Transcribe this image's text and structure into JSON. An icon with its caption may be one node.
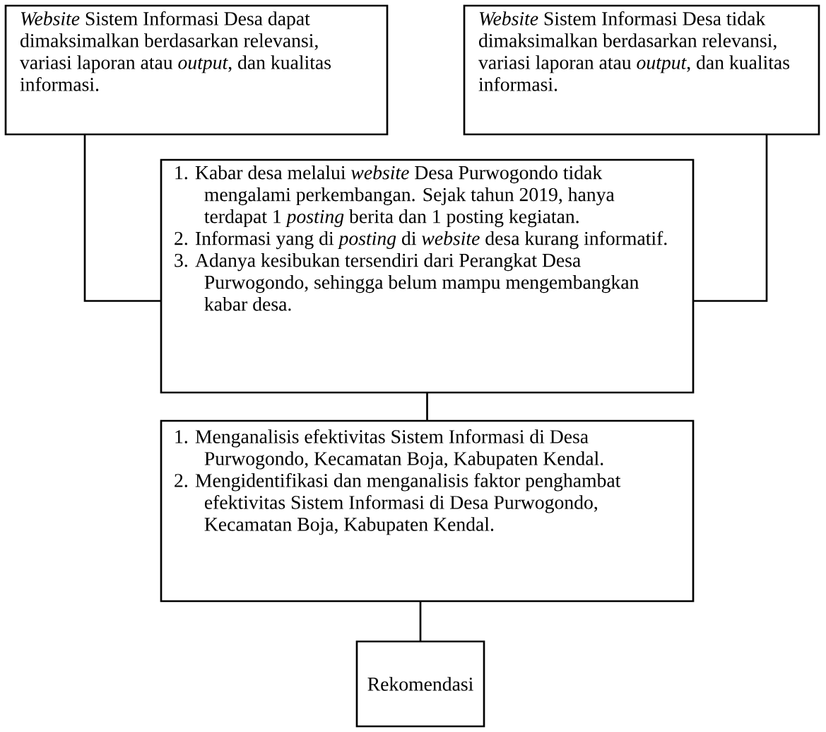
{
  "diagram": {
    "nodes": [
      {
        "text": [
          "*Website* Sistem Informasi Desa dapat dimaksimalkan berdasarkan relevansi, variasi laporan atau *output*, dan kualitas informasi."
        ]
      },
      {
        "text": [
          "*Website* Sistem Informasi Desa tidak dimaksimalkan berdasarkan relevansi, variasi laporan atau *output*, dan kualitas informasi."
        ]
      },
      {
        "text": [
          "1. Kabar desa melalui *website* Desa Purwogondo tidak mengalami perkembangan. Sejak tahun 2019, hanya terdapat 1 *posting* berita dan 1 posting kegiatan.",
          "2. Informasi yang di *posting* di *website* desa kurang informatif.",
          "3. Adanya kesibukan tersendiri dari Perangkat Desa Purwogondo, sehingga belum mampu mengembangkan kabar desa."
        ]
      },
      {
        "text": [
          "1. Menganalisis efektivitas Sistem Informasi di Desa Purwogondo, Kecamatan Boja, Kabupaten Kendal.",
          "2. Mengidentifikasi dan menganalisis faktor penghambat efektivitas Sistem Informasi di Desa Purwogondo, Kecamatan Boja, Kabupaten Kendal."
        ]
      },
      {
        "text": [
          "Rekomendasi"
        ]
      }
    ],
    "edges": [
      {
        "from": 0,
        "to": 2,
        "arrow": "none"
      },
      {
        "from": 1,
        "to": 2,
        "arrow": "none"
      },
      {
        "from": 2,
        "to": 3,
        "arrow": "none"
      },
      {
        "from": 3,
        "to": 4,
        "arrow": "none"
      }
    ]
  }
}
